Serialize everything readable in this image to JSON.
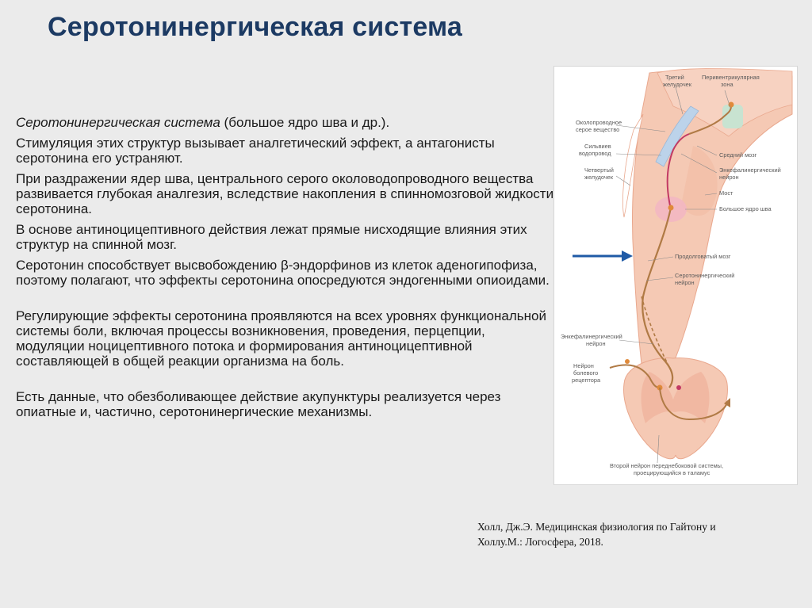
{
  "slide": {
    "title": "Серотонинергическая система",
    "paragraphs": {
      "p1_italic": "Серотонинергическая система",
      "p1_rest": " (большое ядро шва и др.).",
      "p2": "Стимуляция этих структур вызывает аналгетический эффект, а антагонисты серотонина его устраняют.",
      "p3": "При раздражении ядер шва, центрального серого околоводопроводного вещества развивается глубокая аналгезия, вследствие накопления в спинномозговой жидкости серотонина.",
      "p4": "В основе антиноцицептивного действия лежат прямые нисходящие влияния этих структур на спинной мозг.",
      "p5": "Серотонин способствует высвобождению β-эндорфинов из клеток аденогипофиза, поэтому полагают, что эффекты серотонина опосредуются эндогенными опиоидами.",
      "p6": "Регулирующие эффекты серотонина проявляются на всех уровнях функциональной системы боли, включая процессы возникновения, проведения, перцепции, модуляции ноцицептивного потока и формирования антиноцицептивной составляющей в общей реакции организма на боль.",
      "p7": "Есть данные, что обезболивающее действие акупунктуры реализуется через опиатные и, частично, серотонинергические механизмы."
    },
    "citation": {
      "line1": "Холл, Дж.Э. Медицинская физиология по Гайтону и",
      "line2": "Холлу.М.: Логосфера, 2018."
    }
  },
  "figure": {
    "labels": {
      "third_ventricle_1": "Третий",
      "third_ventricle_2": "желудочек",
      "periventricular_1": "Перивентрикулярная",
      "periventricular_2": "зона",
      "pag_1": "Околопроводное",
      "pag_2": "серое вещество",
      "aqueduct_1": "Сильвиев",
      "aqueduct_2": "водопровод",
      "fourth_ventricle_1": "Четвертый",
      "fourth_ventricle_2": "желудочек",
      "midbrain": "Средний мозг",
      "enkephalin_top_1": "Энкефалинергический",
      "enkephalin_top_2": "нейрон",
      "pons": "Мост",
      "raphe": "Большое ядро шва",
      "medulla": "Продолговатый мозг",
      "serotonin_neuron_1": "Серотонинергический",
      "serotonin_neuron_2": "нейрон",
      "enkephalin_bottom_1": "Энкефалинергический",
      "enkephalin_bottom_2": "нейрон",
      "pain_receptor_1": "Нейрон",
      "pain_receptor_2": "болевого",
      "pain_receptor_3": "рецептора",
      "second_neuron_1": "Второй нейрон переднебоковой системы,",
      "second_neuron_2": "проецирующийся в таламус"
    },
    "colors": {
      "tissue": "#f5c9b4",
      "tissue_dark": "#e9a88e",
      "nucleus": "#f3b7c2",
      "fiber": "#b07a45",
      "serotonin_fiber": "#c23a64",
      "aqueduct": "#bcd3ea",
      "periventricular": "#bfe6d3",
      "pointer_arrow": "#1f5aa6"
    }
  }
}
